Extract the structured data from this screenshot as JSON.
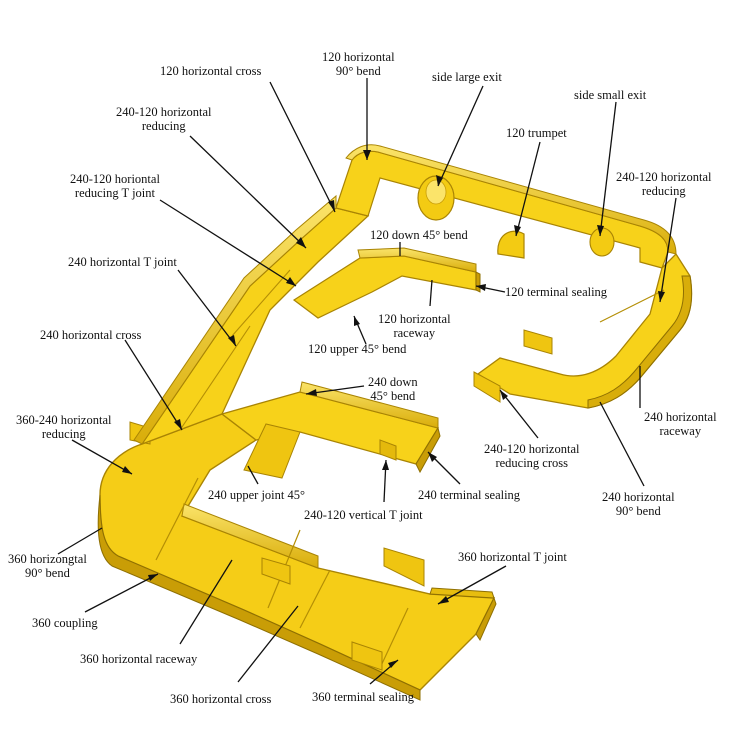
{
  "colors": {
    "tray_fill": "#f7d21a",
    "tray_shade": "#dcb10c",
    "tray_dark": "#b89006",
    "tray_light": "#fbe46a",
    "leader": "#111111",
    "background": "#ffffff"
  },
  "labels": {
    "horizontal_cross_120": "120 horizontal cross",
    "bend90_120_l1": "120 horizontal",
    "bend90_120_l2": "90° bend",
    "side_large_exit": "side large exit",
    "side_small_exit": "side small exit",
    "trumpet_120": "120 trumpet",
    "reducing_240_120_l1": "240-120 horizontal",
    "reducing_240_120_l2": "reducing",
    "reducing_t_l1": "240-120 horiontal",
    "reducing_t_l2": "reducing T joint",
    "down45_120": "120 down 45° bend",
    "right_reducing_l1": "240-120 horizontal",
    "right_reducing_l2": "reducing",
    "t_joint_240": "240 horizontal T joint",
    "terminal_sealing_120": "120 terminal sealing",
    "raceway_120_l1": "120 horizontal",
    "raceway_120_l2": "raceway",
    "upper45_120": "120 upper 45° bend",
    "cross_240": "240 horizontal cross",
    "down45_240_l1": "240 down",
    "down45_240_l2": "45° bend",
    "raceway_240_l1": "240 horizontal",
    "raceway_240_l2": "raceway",
    "reducing_360_240_l1": "360-240 horizontal",
    "reducing_360_240_l2": "reducing",
    "reducing_cross_l1": "240-120 horizontal",
    "reducing_cross_l2": "reducing cross",
    "upper_joint45_240": "240 upper joint 45°",
    "terminal_sealing_240": "240 terminal sealing",
    "bend90_240_l1": "240 horizontal",
    "bend90_240_l2": "90° bend",
    "vertical_t_240_120": "240-120 vertical T joint",
    "bend90_360_l1": "360 horizongtal",
    "bend90_360_l2": "90° bend",
    "t_joint_360": "360 horizontal T joint",
    "coupling_360": "360 coupling",
    "raceway_360": "360 horizontal raceway",
    "cross_360": "360 horizontal cross",
    "terminal_sealing_360": "360 terminal sealing"
  }
}
